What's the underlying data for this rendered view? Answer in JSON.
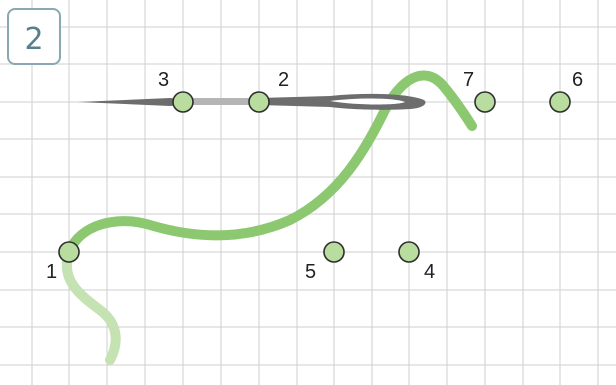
{
  "step_badge": {
    "label": "2"
  },
  "points": [
    {
      "id": "1",
      "label": "1"
    },
    {
      "id": "2",
      "label": "2"
    },
    {
      "id": "3",
      "label": "3"
    },
    {
      "id": "4",
      "label": "4"
    },
    {
      "id": "5",
      "label": "5"
    },
    {
      "id": "6",
      "label": "6"
    },
    {
      "id": "7",
      "label": "7"
    }
  ],
  "colors": {
    "grid": "#cfcfcf",
    "thread": "#8cc870",
    "thread_tail": "#c5e2b3",
    "needle": "#6d6d6d",
    "needle_light": "#b5b5b5",
    "dot_fill": "#b9dc9f",
    "dot_stroke": "#2f2f2f",
    "badge_border": "#8aa8b3",
    "badge_text": "#5a7f8c"
  }
}
